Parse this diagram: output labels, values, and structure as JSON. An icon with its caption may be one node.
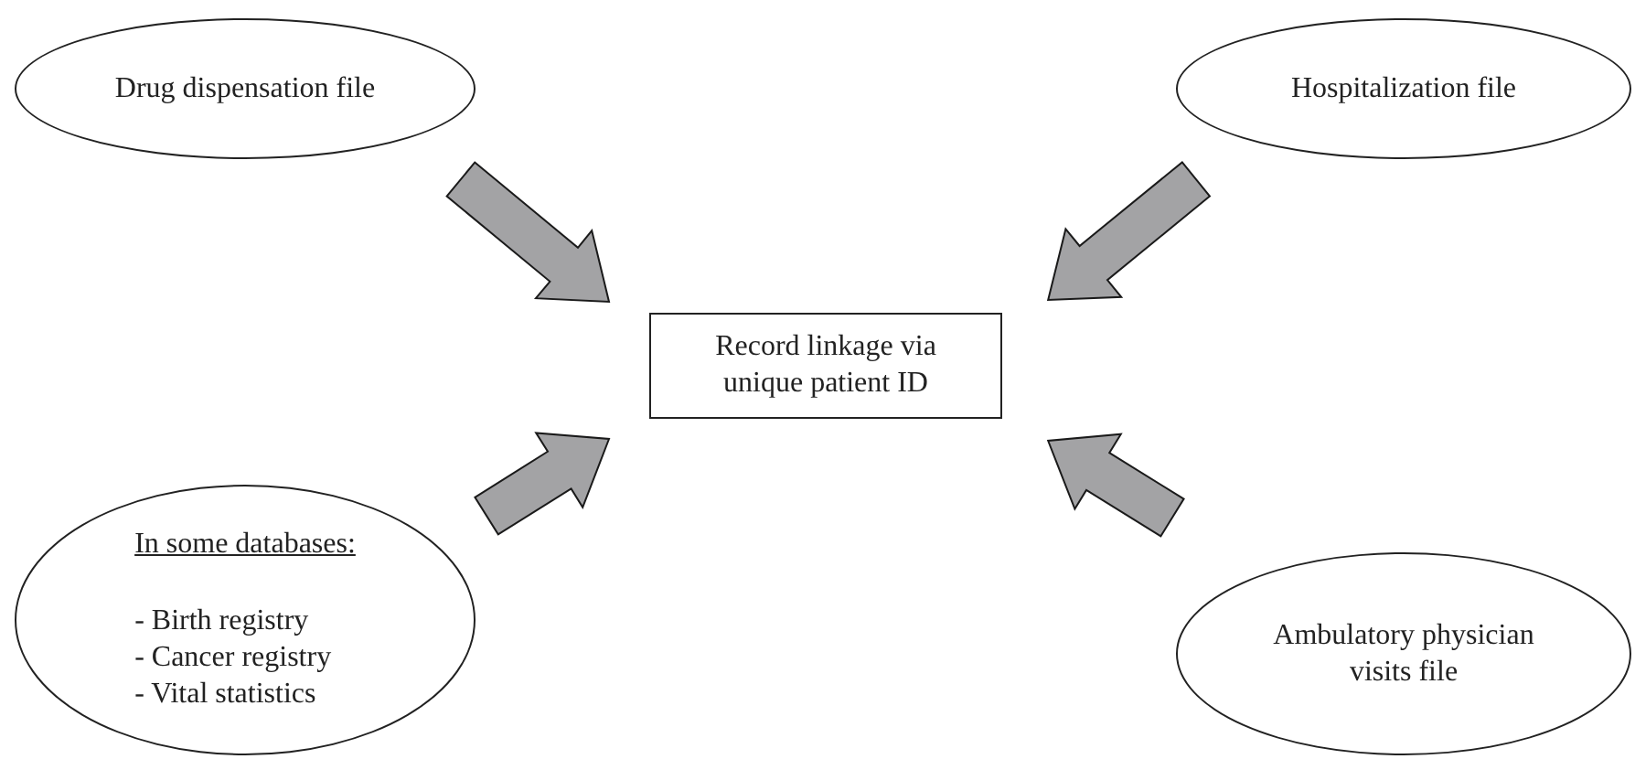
{
  "diagram": {
    "nodes": [
      {
        "text": [
          "Drug dispensation file"
        ]
      },
      {
        "text": [
          "Hospitalization file"
        ]
      },
      {
        "text": [
          "Record linkage via unique patient ID"
        ]
      },
      {
        "text": [
          "In some databases:",
          "- Birth registry",
          "- Cancer registry",
          "- Vital statistics"
        ]
      },
      {
        "text": [
          "Ambulatory physician visits file"
        ]
      }
    ],
    "edges": [
      {
        "from": 0,
        "to": 2,
        "arrow": "to"
      },
      {
        "from": 1,
        "to": 2,
        "arrow": "to"
      },
      {
        "from": 3,
        "to": 2,
        "arrow": "to"
      },
      {
        "from": 4,
        "to": 2,
        "arrow": "to"
      }
    ]
  }
}
